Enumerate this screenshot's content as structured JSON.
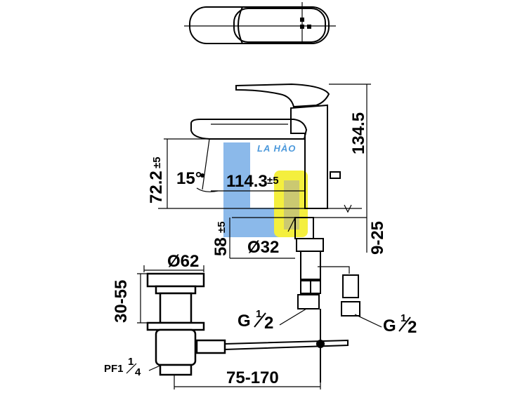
{
  "watermark": {
    "brand_text": "LA HÀO",
    "colors": {
      "blue": "#7fb2e8",
      "yellow": "#f3ee2a",
      "grey": "#9a9a9a"
    }
  },
  "dimensions": {
    "height_spout": "72.2",
    "height_spout_tol": "±5",
    "angle": "15°",
    "reach": "114.3",
    "reach_tol": "±5",
    "total_height": "134.5",
    "deck_thickness": "9-25",
    "below_deck": "58",
    "below_deck_tol": "±5",
    "hole_diameter": "Ø32",
    "waste_diameter": "Ø62",
    "waste_height": "30-55",
    "inlet_left": "G",
    "inlet_left_frac_num": "1",
    "inlet_left_frac_den": "2",
    "inlet_right": "G",
    "inlet_right_frac_num": "1",
    "inlet_right_frac_den": "2",
    "waste_thread": "PF1",
    "waste_thread_frac_num": "1",
    "waste_thread_frac_den": "4",
    "rod_length": "75-170"
  }
}
